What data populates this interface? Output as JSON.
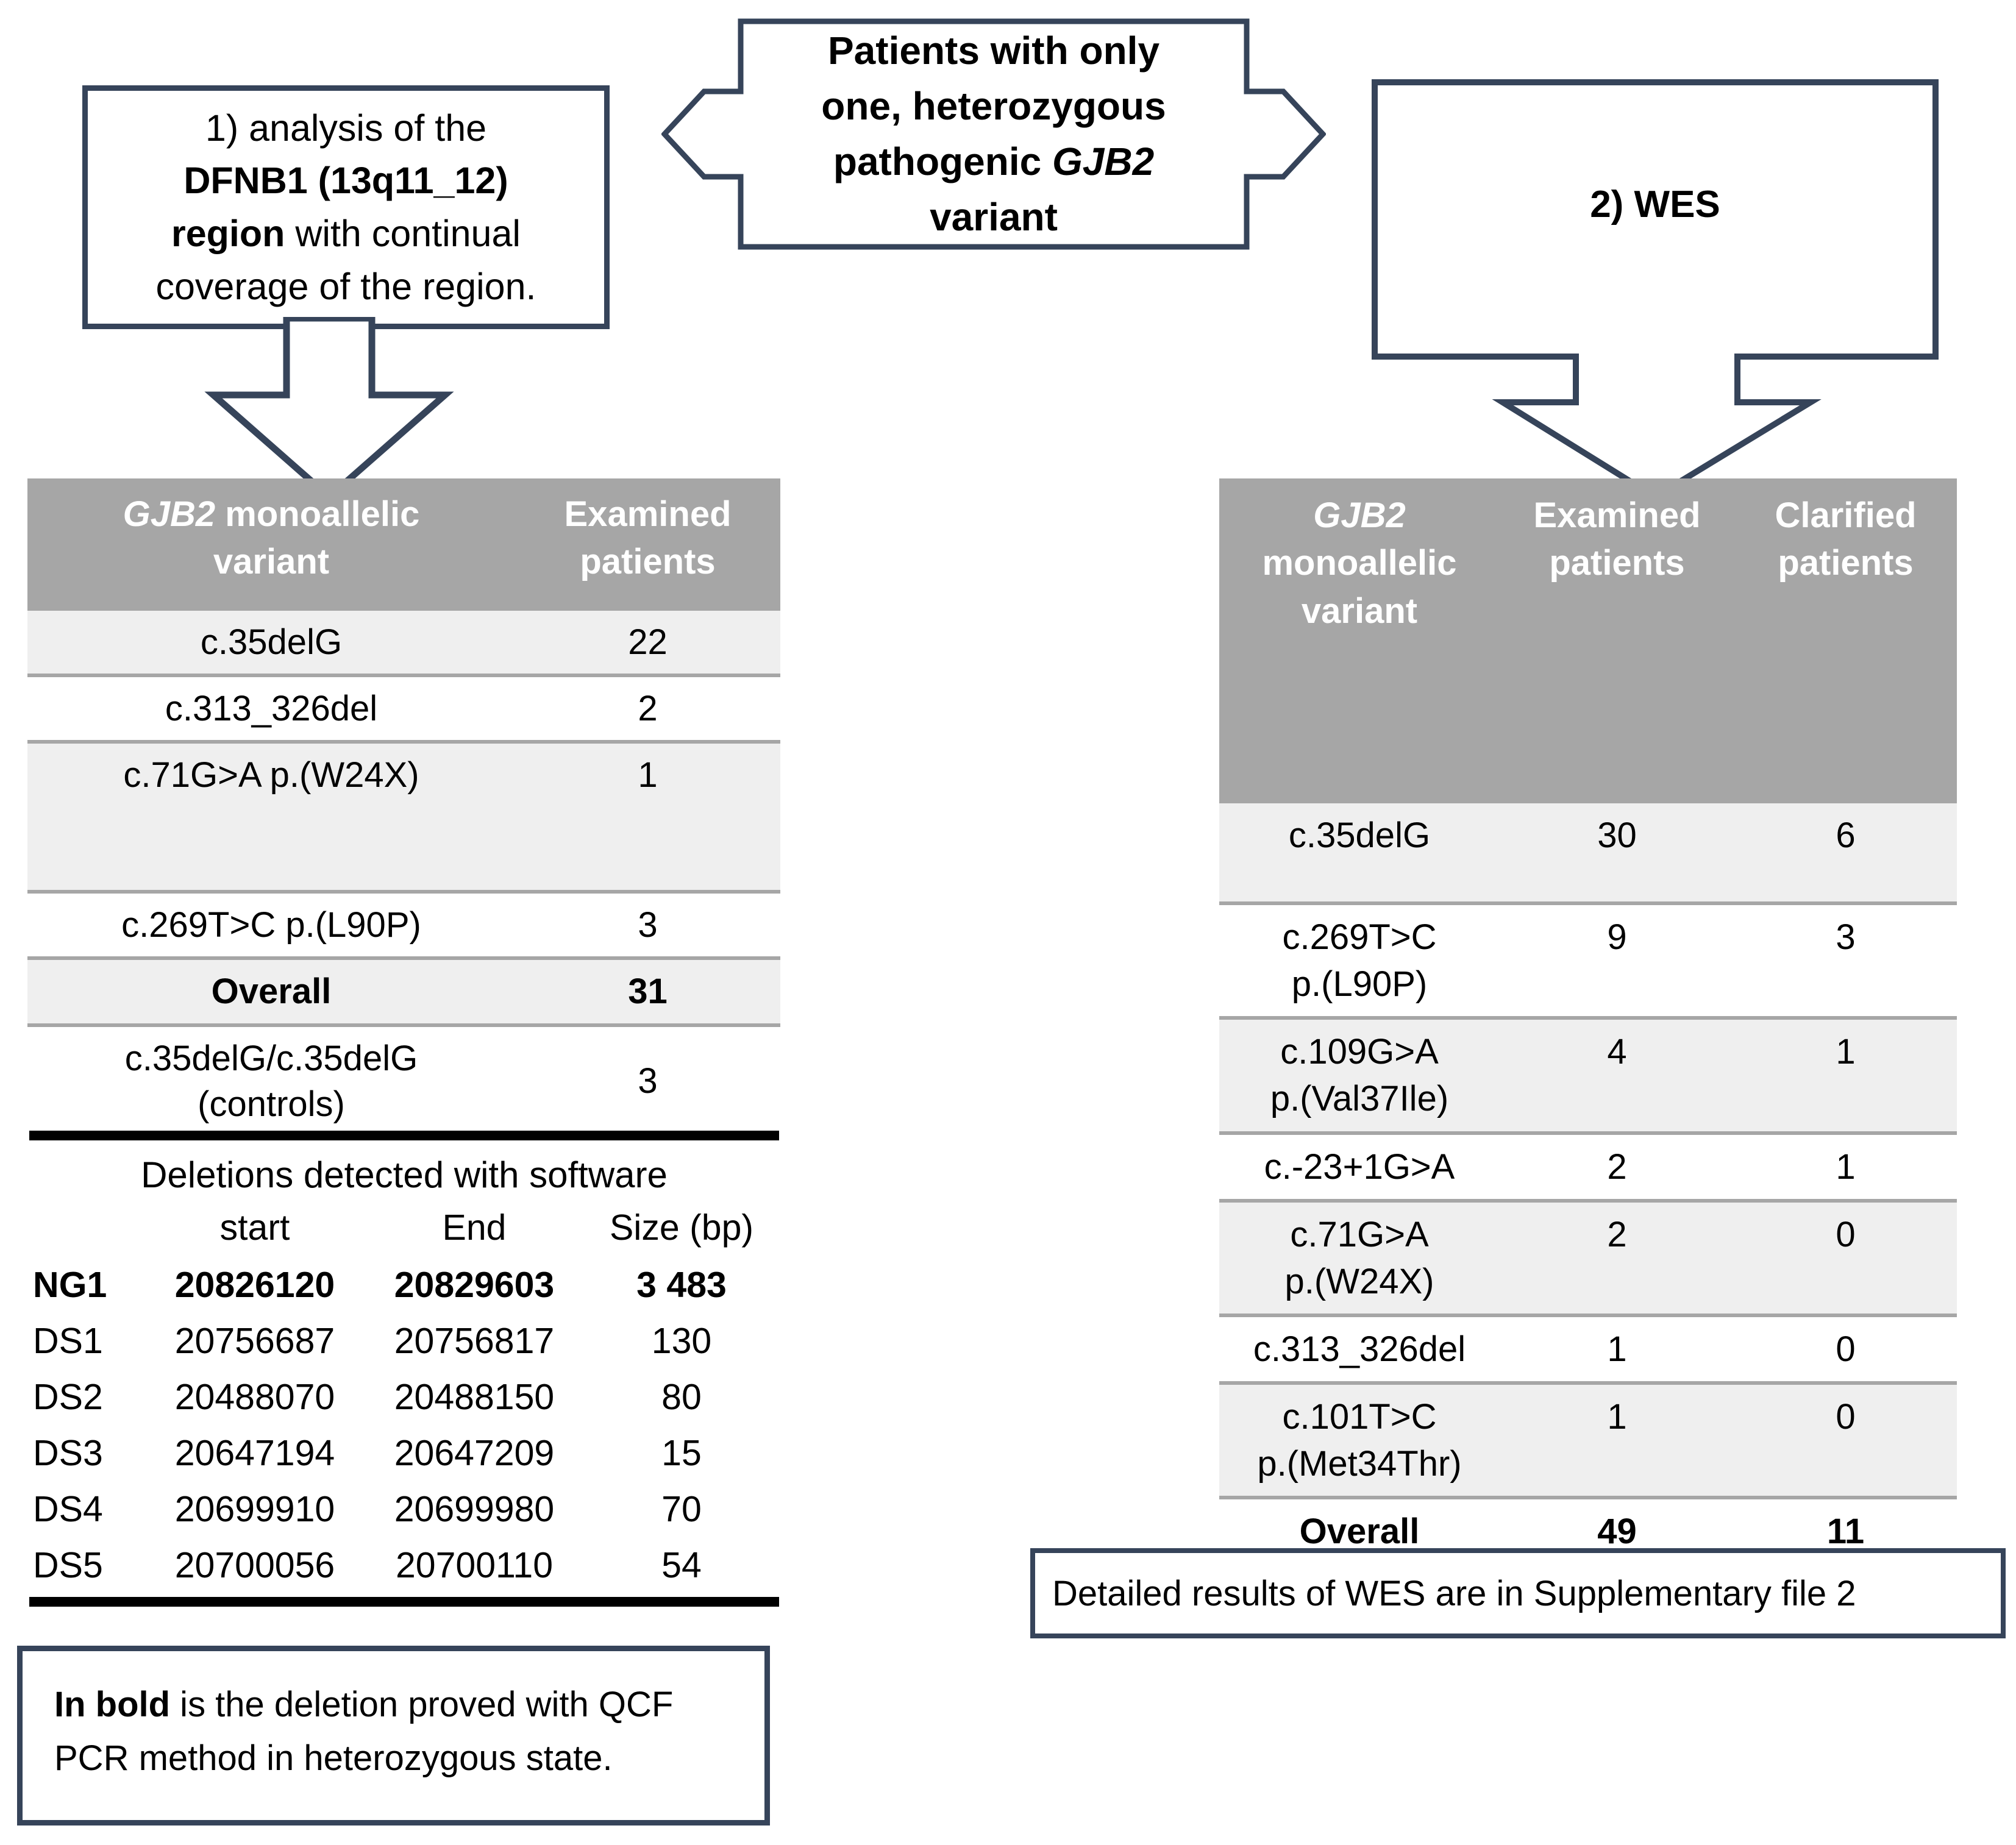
{
  "colors": {
    "box_border": "#36445a",
    "table_header_bg": "#a6a6a6",
    "table_header_text": "#ffffff",
    "row_shade": "#efefef",
    "row_plain": "#ffffff",
    "rule": "#000000"
  },
  "flow": {
    "center_box": {
      "name": "patients-criteria",
      "line1": "Patients with only",
      "line2": "one, heterozygous",
      "line3_pre": "pathogenic ",
      "line3_gene": "GJB2",
      "line4": "variant"
    },
    "left_box": {
      "name": "dfnb1-analysis",
      "line1": "1)  analysis of  the",
      "line2_bold": "DFNB1 (13q11_12)",
      "line3_bold": "region",
      "line3_rest": " with continual",
      "line4": "coverage of the region."
    },
    "right_box": {
      "name": "wes-step",
      "label": "2) WES"
    }
  },
  "left_table": {
    "headers": [
      "GJB2 monoallelic variant",
      "Examined patients"
    ],
    "header_col1_gene": "GJB2",
    "header_col1_rest": " monoallelic",
    "header_col1_line2": "variant",
    "header_col2_line1": "Examined",
    "header_col2_line2": "patients",
    "rows": [
      {
        "variant": "c.35delG",
        "examined": "22",
        "bold": false
      },
      {
        "variant": "c.313_326del",
        "examined": "2",
        "bold": false
      },
      {
        "variant": "c.71G>A  p.(W24X)",
        "examined": "1",
        "bold": false
      },
      {
        "variant": "c.269T>C  p.(L90P)",
        "examined": "3",
        "bold": false
      },
      {
        "variant": "Overall",
        "examined": "31",
        "bold": true
      },
      {
        "variant": "c.35delG/c.35delG",
        "variant_line2": "(controls)",
        "examined": "3",
        "bold": false
      }
    ]
  },
  "deletions_table": {
    "title": "Deletions detected with software",
    "headers": [
      "",
      "start",
      "End",
      "Size (bp)"
    ],
    "rows": [
      {
        "id": "NG1",
        "start": "20826120",
        "end": "20829603",
        "size": "3 483",
        "bold": true
      },
      {
        "id": "DS1",
        "start": "20756687",
        "end": "20756817",
        "size": "130",
        "bold": false
      },
      {
        "id": "DS2",
        "start": "20488070",
        "end": "20488150",
        "size": "80",
        "bold": false
      },
      {
        "id": "DS3",
        "start": "20647194",
        "end": "20647209",
        "size": "15",
        "bold": false
      },
      {
        "id": "DS4",
        "start": "20699910",
        "end": "20699980",
        "size": "70",
        "bold": false
      },
      {
        "id": "DS5",
        "start": "20700056",
        "end": "20700110",
        "size": "54",
        "bold": false
      }
    ]
  },
  "note_bold": {
    "lead": "In bold",
    "rest": " is the deletion proved with QCF PCR method in heterozygous state."
  },
  "right_table": {
    "header_col1_gene": "GJB2",
    "header_col1_line2": "monoallelic",
    "header_col1_line3": "variant",
    "header_col2_line1": "Examined",
    "header_col2_line2": "patients",
    "header_col3_line1": "Clarified",
    "header_col3_line2": "patients",
    "rows": [
      {
        "variant": "c.35delG",
        "variant_line2": "",
        "examined": "30",
        "clarified": "6",
        "bold": false
      },
      {
        "variant": "c.269T>C",
        "variant_line2": "p.(L90P)",
        "examined": "9",
        "clarified": "3",
        "bold": false
      },
      {
        "variant": "c.109G>A",
        "variant_line2": "p.(Val37Ile)",
        "examined": "4",
        "clarified": "1",
        "bold": false
      },
      {
        "variant": "c.-23+1G>A",
        "variant_line2": "",
        "examined": "2",
        "clarified": "1",
        "bold": false
      },
      {
        "variant": "c.71G>A",
        "variant_line2": "p.(W24X)",
        "examined": "2",
        "clarified": "0",
        "bold": false
      },
      {
        "variant": "c.313_326del",
        "variant_line2": "",
        "examined": "1",
        "clarified": "0",
        "bold": false
      },
      {
        "variant": "c.101T>C",
        "variant_line2": "p.(Met34Thr)",
        "examined": "1",
        "clarified": "0",
        "bold": false
      },
      {
        "variant": "Overall",
        "variant_line2": "",
        "examined": "49",
        "clarified": "11",
        "bold": true
      }
    ]
  },
  "note_wes": {
    "text": "Detailed results of WES are in Supplementary file 2"
  }
}
